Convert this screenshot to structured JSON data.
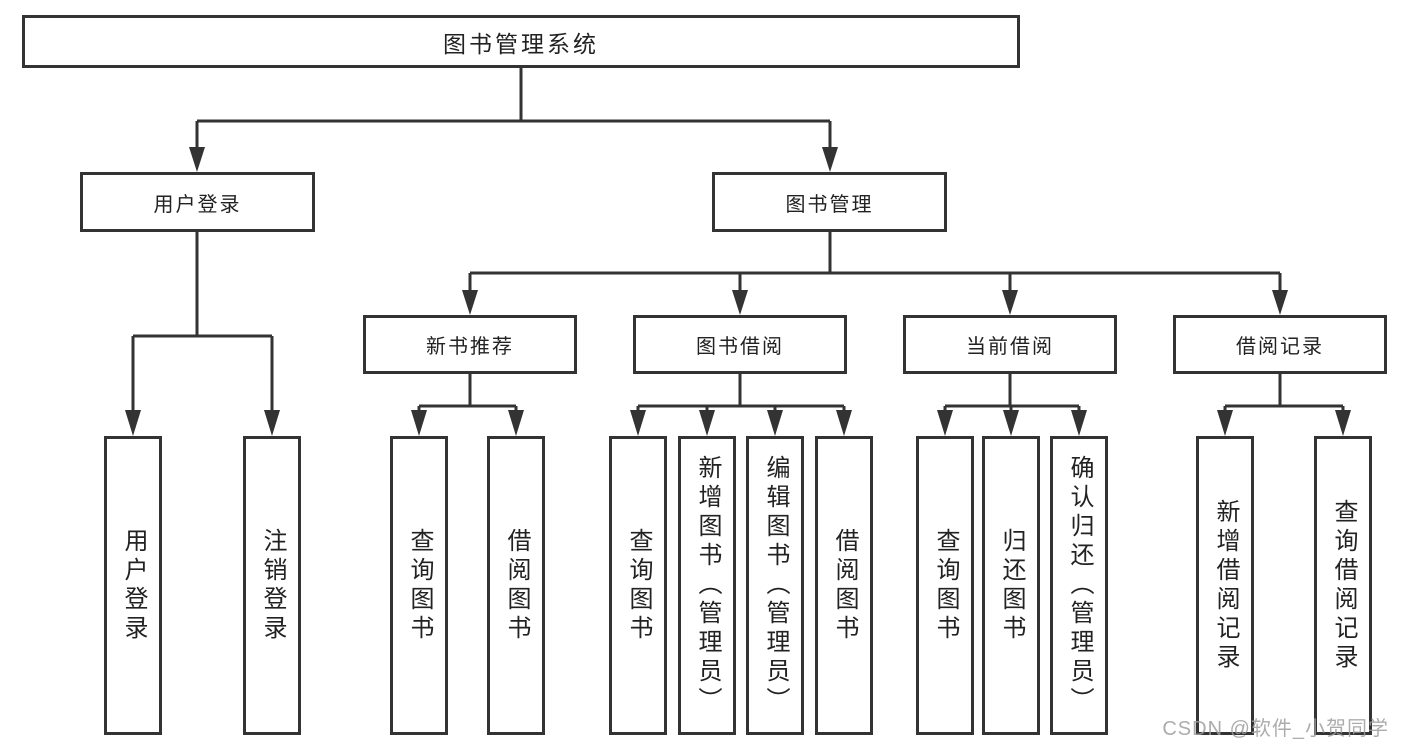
{
  "tree": {
    "root": "图书管理系统",
    "branches": [
      {
        "label": "用户登录",
        "children": [
          "用户登录",
          "注销登录"
        ]
      },
      {
        "label": "图书管理",
        "children": [
          {
            "label": "新书推荐",
            "children": [
              "查询图书",
              "借阅图书"
            ]
          },
          {
            "label": "图书借阅",
            "children": [
              "查询图书",
              "新增图书（管理员）",
              "编辑图书（管理员）",
              "借阅图书"
            ]
          },
          {
            "label": "当前借阅",
            "children": [
              "查询图书",
              "归还图书",
              "确认归还（管理员）"
            ]
          },
          {
            "label": "借阅记录",
            "children": [
              "新增借阅记录",
              "查询借阅记录"
            ]
          }
        ]
      }
    ]
  },
  "watermark": {
    "text": "CSDN @软件_小贺同学"
  },
  "colors": {
    "line": "#333333",
    "text": "#222222",
    "background": "#ffffff",
    "watermark": "#9e9e9e"
  }
}
